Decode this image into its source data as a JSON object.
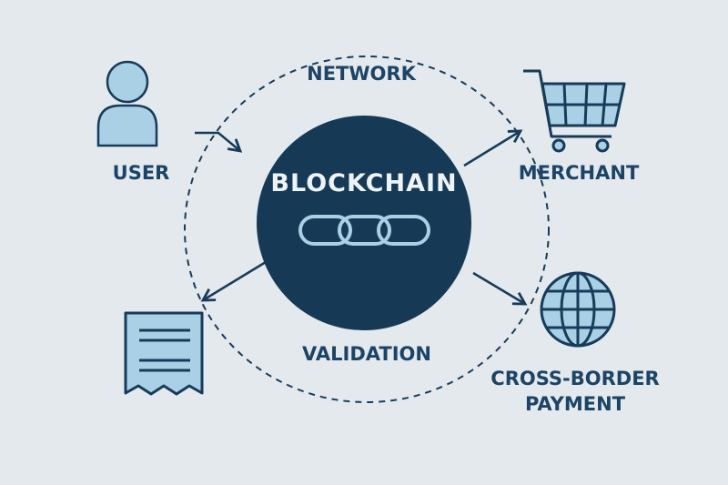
{
  "colors": {
    "background": "#e4e9ee",
    "navy": "#173b5a",
    "light_blue": "#a9d0e4",
    "text": "#1b4466"
  },
  "center": {
    "title": "BLOCKCHAIN",
    "icon": "chain-link-icon"
  },
  "ring_labels": {
    "top": "NETWORK",
    "bottom": "VALIDATION"
  },
  "nodes": [
    {
      "label": "USER",
      "icon": "user-icon"
    },
    {
      "label": "MERCHANT",
      "icon": "shopping-cart-icon"
    },
    {
      "label_line1": "CROSS-BORDER",
      "label_line2": "PAYMENT",
      "icon": "globe-icon"
    },
    {
      "icon": "receipt-icon"
    }
  ]
}
